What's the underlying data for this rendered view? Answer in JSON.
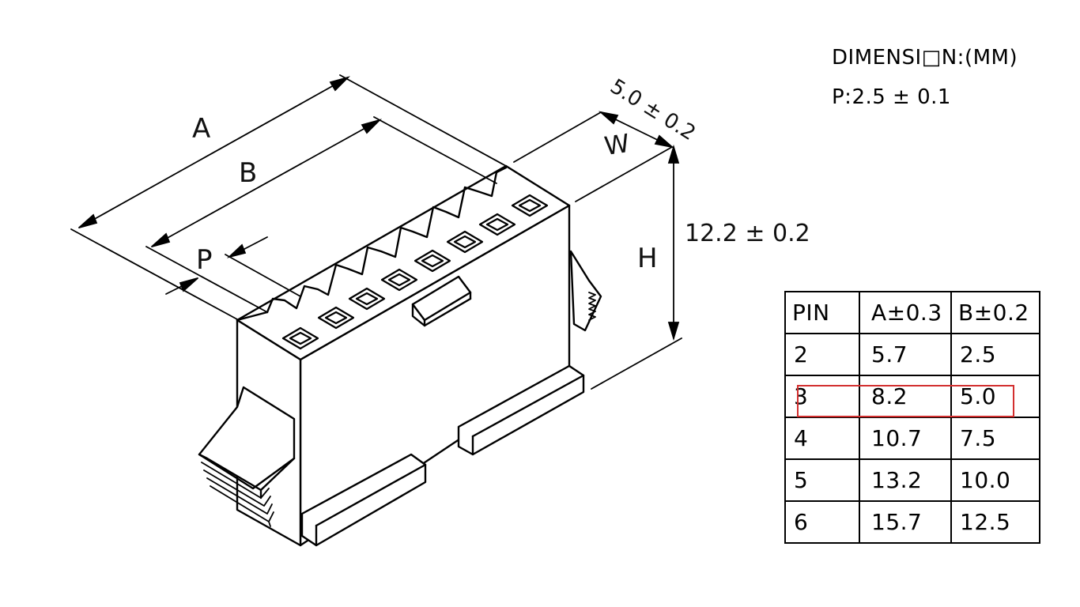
{
  "labels": {
    "a": "A",
    "b": "B",
    "p": "P",
    "w": "W",
    "h": "H",
    "width_dim": "5.0 ± 0.2",
    "height_dim": "12.2 ± 0.2"
  },
  "notes": {
    "dimension": "DIMENSI□N:(MM)",
    "pitch": "P:2.5 ± 0.1"
  },
  "table": {
    "headers": [
      "PIN",
      "A±0.3",
      "B±0.2"
    ],
    "rows": [
      [
        "2",
        "5.7",
        "2.5"
      ],
      [
        "3",
        "8.2",
        "5.0"
      ],
      [
        "4",
        "10.7",
        "7.5"
      ],
      [
        "5",
        "13.2",
        "10.0"
      ],
      [
        "6",
        "15.7",
        "12.5"
      ]
    ],
    "highlighted_row": 1
  },
  "colors": {
    "line": "#000000",
    "highlight": "#d32f2f"
  }
}
